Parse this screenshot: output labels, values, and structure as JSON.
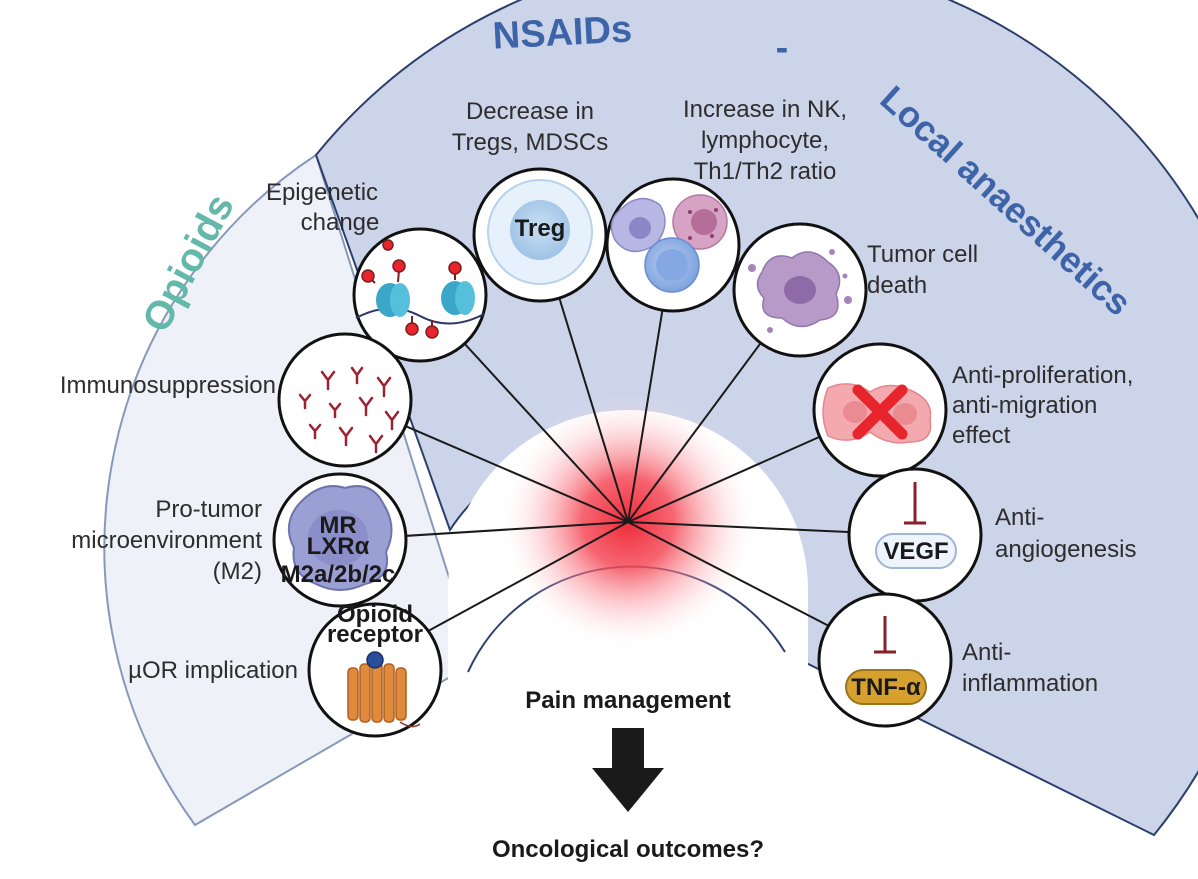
{
  "categories": {
    "opioids": "Opioids",
    "nsaids": "NSAIDs",
    "dash": "-",
    "local_anaesthetics": "Local anaesthetics"
  },
  "effects": {
    "epigenetic": [
      "Epigenetic",
      "change"
    ],
    "immunosuppression": "Immunosuppression",
    "pro_tumor": [
      "Pro-tumor",
      "microenvironment",
      "(M2)"
    ],
    "mu_or": "µOR implication",
    "tregs": [
      "Decrease in",
      "Tregs, MDSCs"
    ],
    "nk": [
      "Increase in NK,",
      "lymphocyte,",
      "Th1/Th2 ratio"
    ],
    "tumor_death": [
      "Tumor cell",
      "death"
    ],
    "anti_prolif": [
      "Anti-proliferation,",
      "anti-migration",
      "effect"
    ],
    "anti_angio": [
      "Anti-",
      "angiogenesis"
    ],
    "anti_inflam": [
      "Anti-",
      "inflammation"
    ]
  },
  "icon_labels": {
    "treg": "Treg",
    "macrophage": [
      "MR",
      "LXRα",
      "M2a/2b/2c"
    ],
    "opioid_receptor": [
      "Opioid",
      "receptor"
    ],
    "vegf": "VEGF",
    "tnf": "TNF-α"
  },
  "center": {
    "pain": "Pain management",
    "outcome": "Oncological outcomes?"
  },
  "colors": {
    "opioid_band": "#eef2f8",
    "la_band": "#ccd4e9",
    "band_stroke": "#2c3e6c",
    "opioid_text": "#63b8aa",
    "la_text": "#3d63a8",
    "red_center": "#f02a3a"
  }
}
